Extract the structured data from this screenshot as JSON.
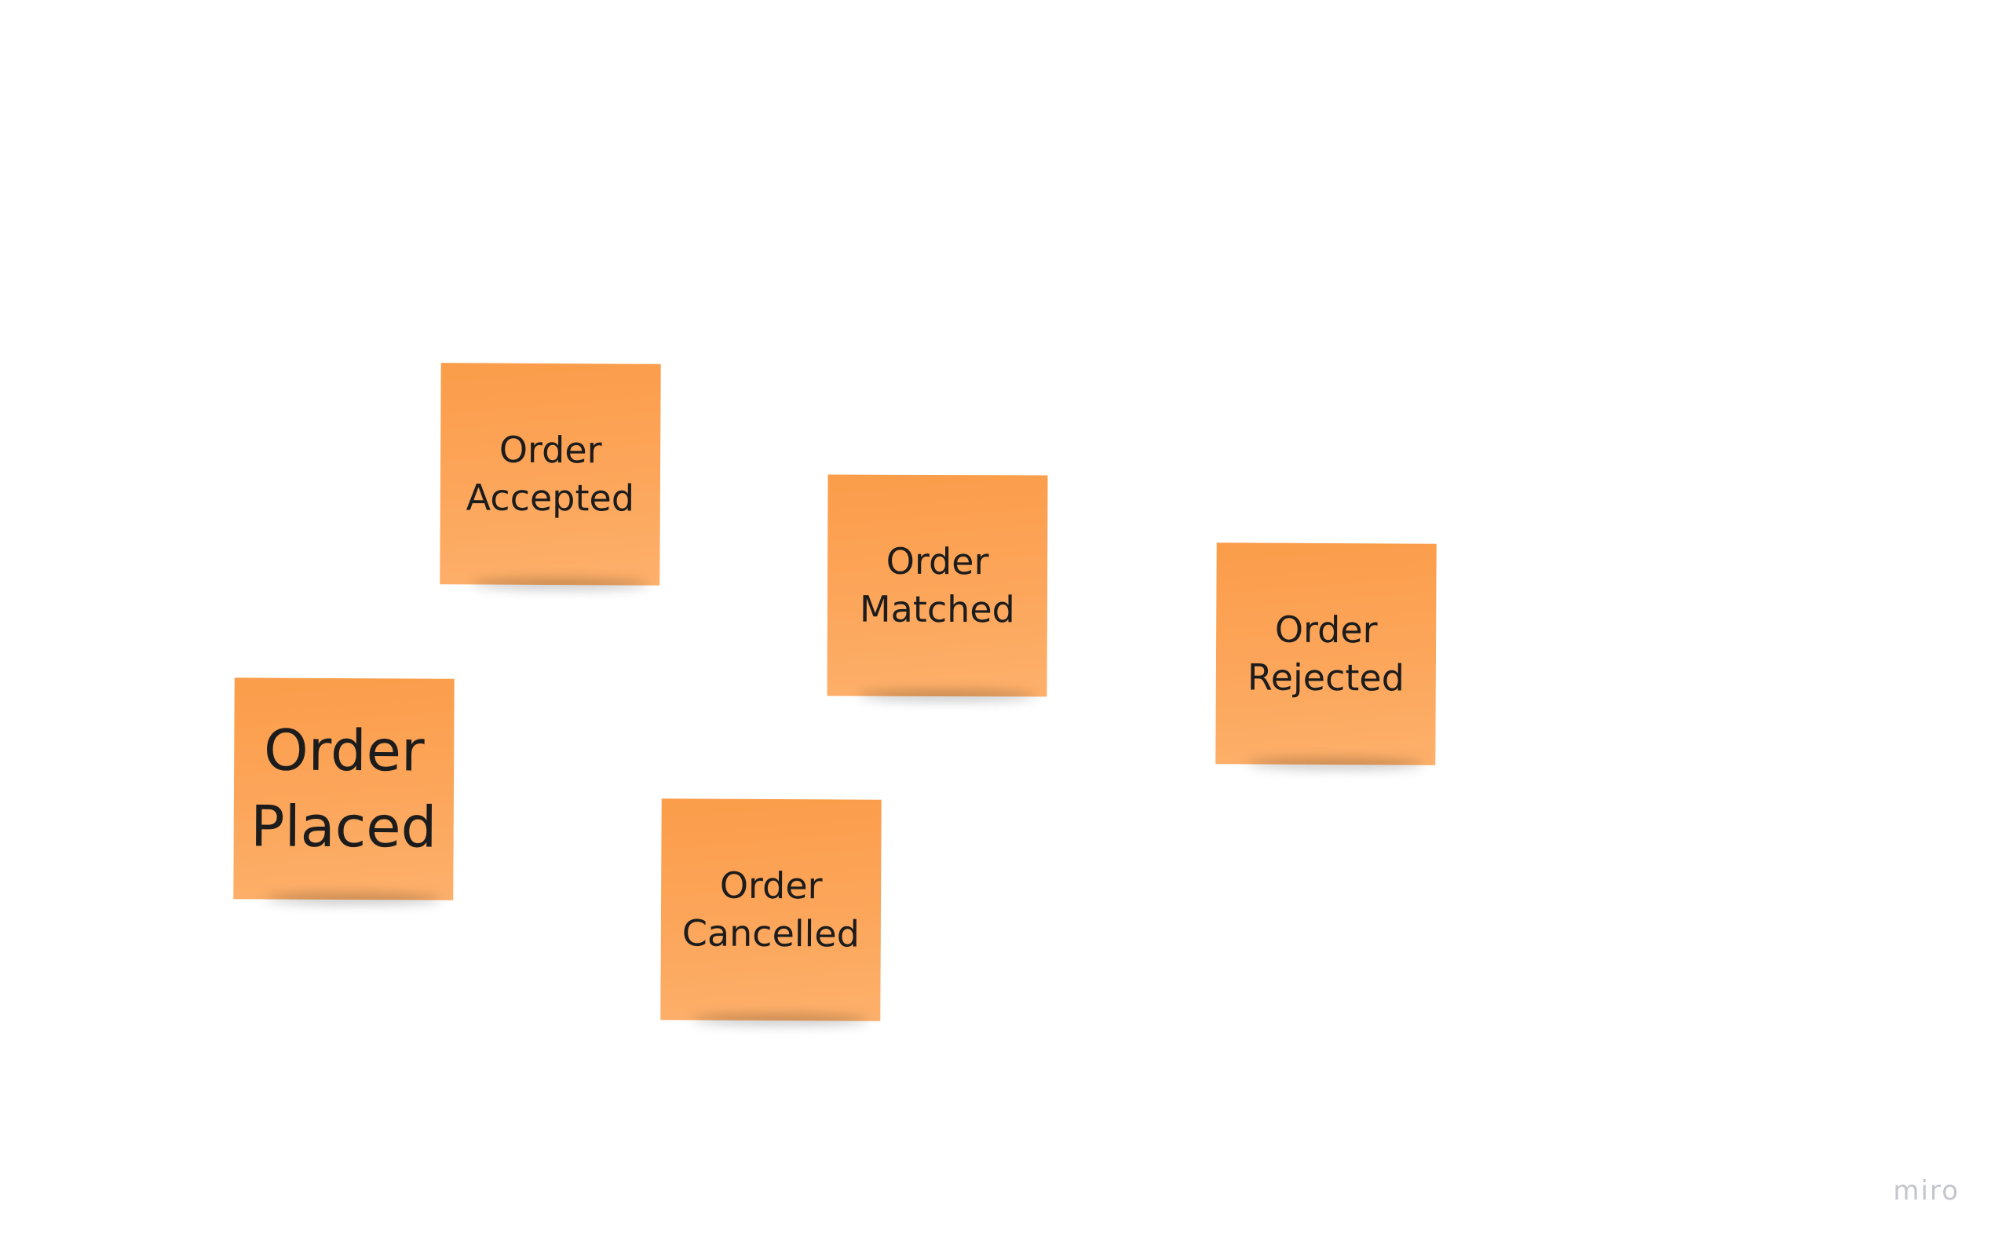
{
  "board": {
    "background": "#ffffff",
    "sticky_color": "#fca458",
    "notes": [
      {
        "id": "accepted",
        "text": "Order\nAccepted"
      },
      {
        "id": "matched",
        "text": "Order\nMatched"
      },
      {
        "id": "rejected",
        "text": "Order\nRejected"
      },
      {
        "id": "placed",
        "text": "Order\nPlaced"
      },
      {
        "id": "cancelled",
        "text": "Order\nCancelled"
      }
    ]
  },
  "branding": {
    "logo_text": "miro"
  }
}
